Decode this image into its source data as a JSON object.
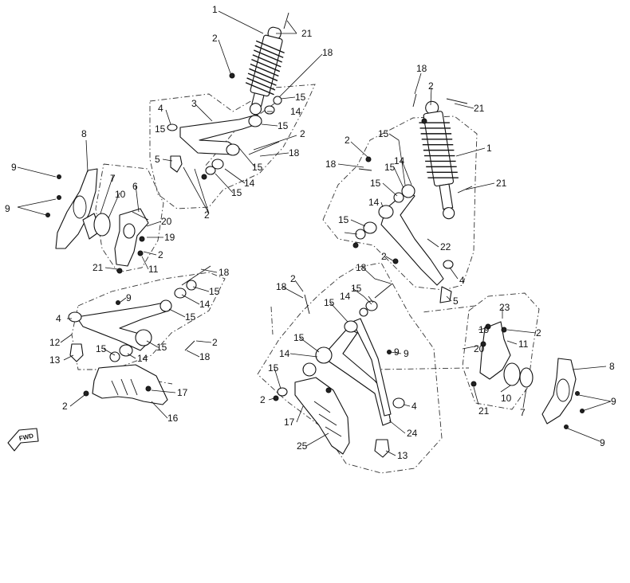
{
  "diagram": {
    "type": "exploded-parts-diagram",
    "direction_marker": "FWD",
    "part_callouts": [
      "1",
      "2",
      "3",
      "4",
      "5",
      "6",
      "7",
      "8",
      "9",
      "10",
      "11",
      "12",
      "13",
      "14",
      "15",
      "16",
      "17",
      "18",
      "19",
      "20",
      "21",
      "22",
      "23",
      "24",
      "25"
    ],
    "labels": {
      "l01": "1",
      "l02": "2",
      "l03": "21",
      "l04": "18",
      "l05": "15",
      "l06": "14",
      "l07": "3",
      "l08": "4",
      "l09": "15",
      "l10": "2",
      "l11": "18",
      "l12": "5",
      "l13": "15",
      "l14": "14",
      "l15": "15",
      "l16": "2",
      "l17": "8",
      "l18": "9",
      "l19": "7",
      "l20": "10",
      "l21": "6",
      "l22": "9",
      "l23": "20",
      "l24": "19",
      "l25": "2",
      "l26": "21",
      "l27": "11",
      "l28": "18",
      "l29": "15",
      "l30": "14",
      "l31": "9",
      "l32": "15",
      "l33": "4",
      "l34": "12",
      "l35": "15",
      "l36": "2",
      "l37": "13",
      "l38": "15",
      "l39": "14",
      "l40": "18",
      "l41": "2",
      "l42": "17",
      "l43": "16",
      "l44": "18",
      "l45": "2",
      "l46": "21",
      "l47": "1",
      "l48": "2",
      "l49": "15",
      "l50": "18",
      "l51": "15",
      "l52": "14",
      "l53": "21",
      "l54": "15",
      "l55": "14",
      "l56": "15",
      "l57": "22",
      "l58": "2",
      "l59": "4",
      "l60": "5",
      "l61": "18",
      "l62": "2",
      "l63": "18",
      "l64": "15",
      "l65": "14",
      "l66": "15",
      "l67": "15",
      "l68": "9",
      "l69": "14",
      "l70": "15",
      "l71": "2",
      "l72": "17",
      "l73": "4",
      "l74": "24",
      "l75": "25",
      "l76": "13",
      "l77": "23",
      "l78": "19",
      "l79": "2",
      "l80": "20",
      "l81": "11",
      "l82": "8",
      "l83": "10",
      "l84": "21",
      "l85": "7",
      "l86": "9",
      "l87": "9",
      "l88": "15",
      "l89": "9"
    }
  }
}
